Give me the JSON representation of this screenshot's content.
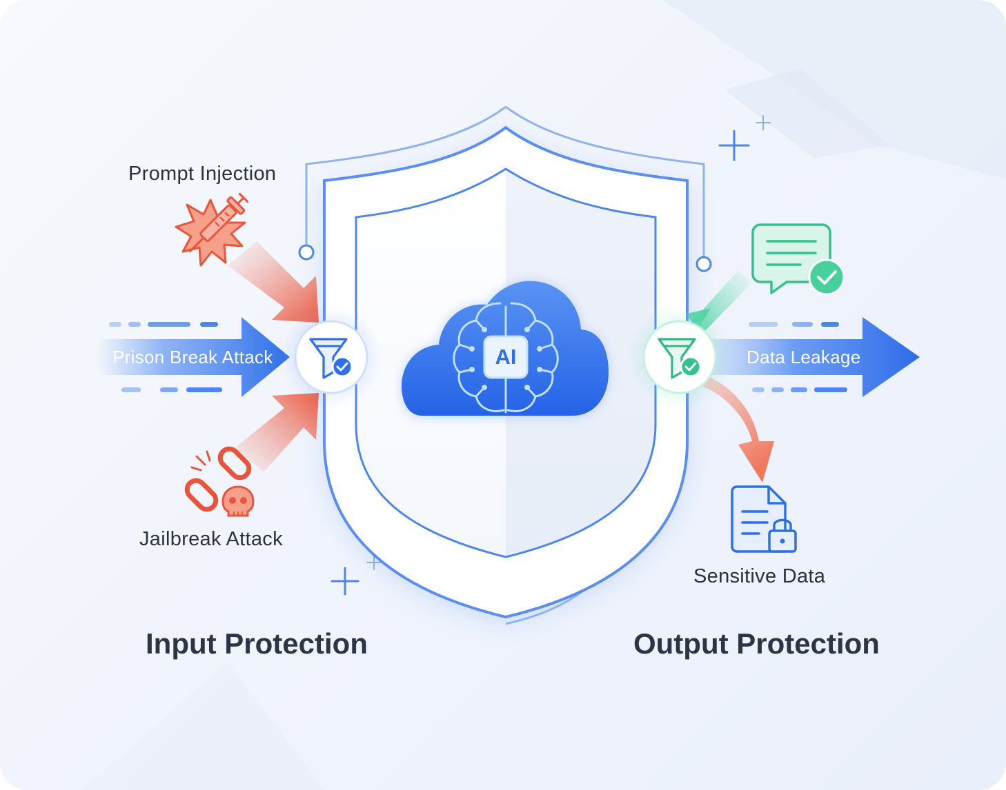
{
  "threats": {
    "prompt_injection": "Prompt Injection",
    "prison_break": "Prison Break Attack",
    "jailbreak": "Jailbreak Attack"
  },
  "outputs": {
    "data_leakage": "Data Leakage",
    "sensitive_data": "Sensitive Data"
  },
  "center": {
    "badge": "AI"
  },
  "sections": {
    "input": "Input Protection",
    "output": "Output Protection"
  },
  "colors": {
    "blue": "#2f6fea",
    "red": "#e8553d",
    "green": "#3cc79a",
    "text": "#2b3140"
  },
  "icons": [
    "syringe-burst-icon",
    "broken-chain-skull-icon",
    "funnel-check-icon",
    "cloud-brain-icon",
    "chat-check-icon",
    "locked-document-icon",
    "sparkle-icon"
  ]
}
